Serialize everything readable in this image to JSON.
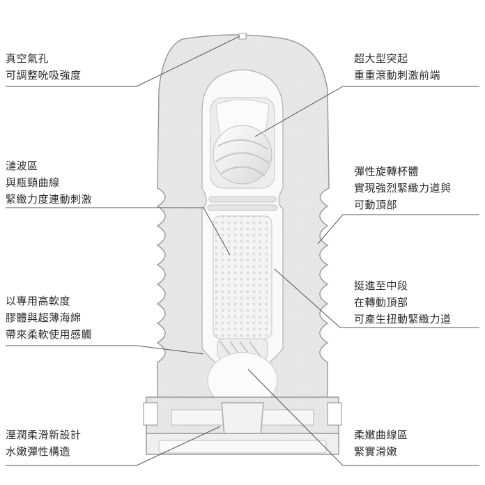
{
  "labels": {
    "vent": [
      "真空氣孔",
      "可調整吮吸強度"
    ],
    "wave": [
      "漣波區",
      "與瓶頸曲線",
      "緊緻力度連動刺激"
    ],
    "gel": [
      "以專用高軟度",
      "膠體與超薄海綿",
      "帶來柔軟使用感觸"
    ],
    "base": [
      "溼潤柔滑新設計",
      "水嫩彈性構造"
    ],
    "knot": [
      "超大型突起",
      "重重滾動刺激前端"
    ],
    "spiral": [
      "彈性旋轉杯體",
      "實現強烈緊緻力道與",
      "可動頂部"
    ],
    "mid": [
      "挺進至中段",
      "在轉動頂部",
      "可產生扭動緊緻力道"
    ],
    "curve": [
      "柔嫩曲線區",
      "緊實滑嫩"
    ]
  },
  "colors": {
    "outer_shell": "#e6e6e6",
    "speckle": "#cfcfcf",
    "inner_sleeve": "#fafafa",
    "outline": "#9a9a9a",
    "leader_line": "#555555",
    "text": "#2a2a2a"
  }
}
